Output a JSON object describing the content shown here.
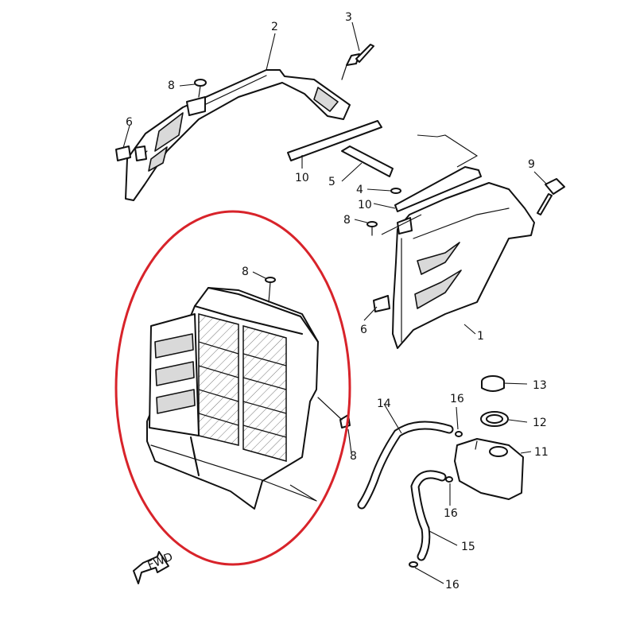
{
  "diagram": {
    "highlight_color": "#d8232a",
    "line_color": "#111111",
    "direction_marker": {
      "label": "FWD",
      "icon": "arrow-forward-icon"
    },
    "callouts": {
      "c1": "1",
      "c2": "2",
      "c3": "3",
      "c4": "4",
      "c5": "5",
      "c6a": "6",
      "c6b": "6",
      "c8a": "8",
      "c8b": "8",
      "c8c": "8",
      "c8d": "8",
      "c9": "9",
      "c10a": "10",
      "c10b": "10",
      "c11": "11",
      "c12": "12",
      "c13": "13",
      "c14": "14",
      "c15": "15",
      "c16a": "16",
      "c16b": "16",
      "c16c": "16"
    }
  }
}
